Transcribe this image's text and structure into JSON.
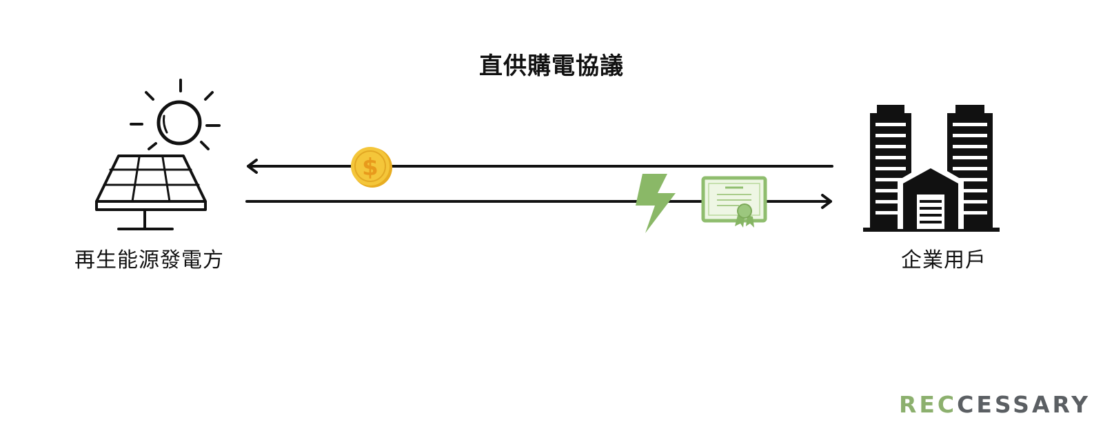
{
  "diagram": {
    "title": "直供購電協議",
    "parties": {
      "seller": {
        "label": "再生能源發電方",
        "icon": "solar-panel-sun-icon"
      },
      "buyer": {
        "label": "企業用戶",
        "icon": "office-buildings-icon"
      }
    },
    "flows": [
      {
        "direction": "buyer-to-seller",
        "carries": [
          "dollar-coin-icon"
        ]
      },
      {
        "direction": "seller-to-buyer",
        "carries": [
          "lightning-bolt-icon",
          "certificate-icon"
        ]
      }
    ]
  },
  "logo": {
    "text_part_1": "REC",
    "text_part_2": "CESSARY"
  },
  "colors": {
    "arrow": "#111111",
    "coin": "#f2c230",
    "energy_green": "#8ab867",
    "certificate_green": "#9cc77e"
  }
}
